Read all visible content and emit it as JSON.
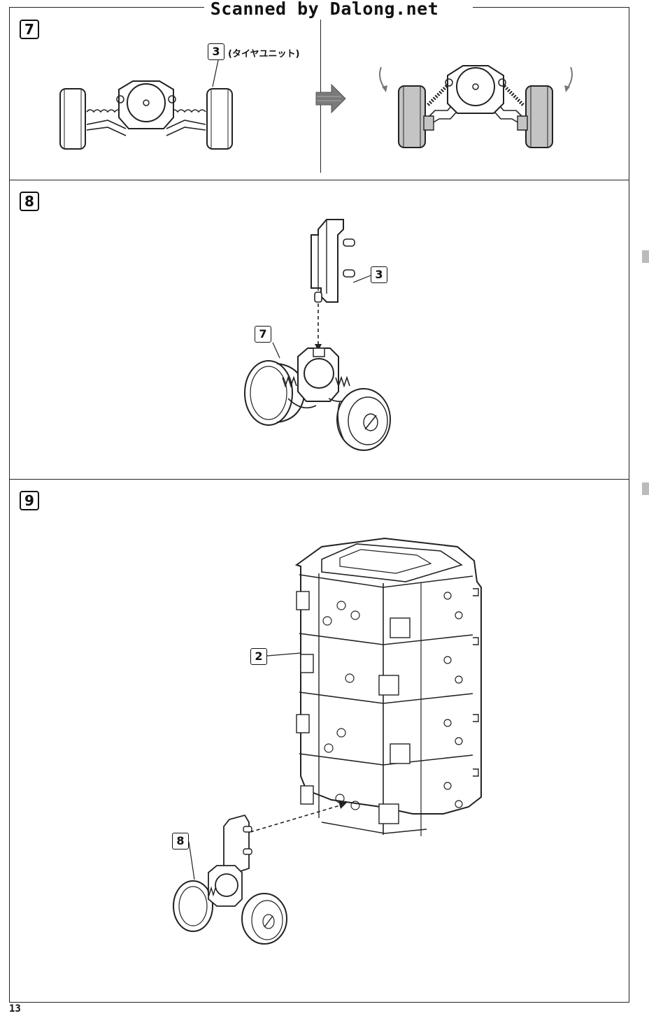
{
  "watermark": "Scanned by Dalong.net",
  "page_number": "13",
  "steps": [
    {
      "number": "7",
      "callouts": [
        {
          "number": "3",
          "text": "(タイヤユニット)"
        }
      ]
    },
    {
      "number": "8",
      "callouts": [
        {
          "number": "3",
          "text": ""
        },
        {
          "number": "7",
          "text": ""
        }
      ]
    },
    {
      "number": "9",
      "callouts": [
        {
          "number": "2",
          "text": ""
        },
        {
          "number": "8",
          "text": ""
        }
      ]
    }
  ],
  "icons": [
    "arrow-right-icon",
    "rotate-arrow-icon"
  ],
  "colors": {
    "line": "#222222",
    "shade": "#b4b4b4",
    "arrow": "#7a7a7a"
  }
}
